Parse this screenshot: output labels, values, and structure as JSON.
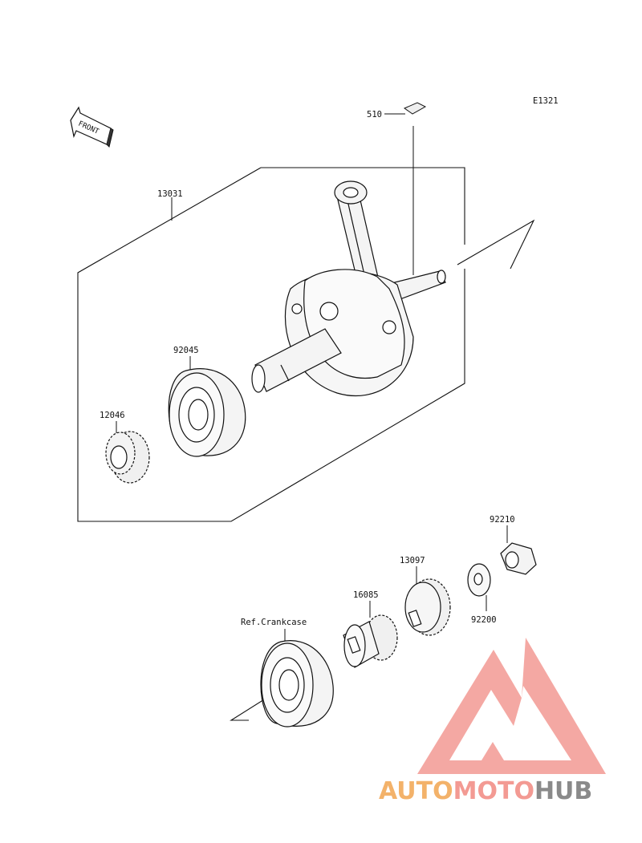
{
  "diagram": {
    "code": "E1321",
    "front_label": "FRONT",
    "parts": {
      "p510": "510",
      "p13031": "13031",
      "p92045": "92045",
      "p12046": "12046",
      "p92210": "92210",
      "p13097": "13097",
      "p16085": "16085",
      "p92200": "92200",
      "ref": "Ref.Crankcase"
    }
  },
  "watermark": {
    "part1": "AUTO",
    "part2": "MOTO",
    "part3": "HUB",
    "colors": {
      "auto": "#f3b26a",
      "moto": "#f39a93",
      "hub": "#8a8a8a",
      "logo": "#f39a93"
    }
  }
}
